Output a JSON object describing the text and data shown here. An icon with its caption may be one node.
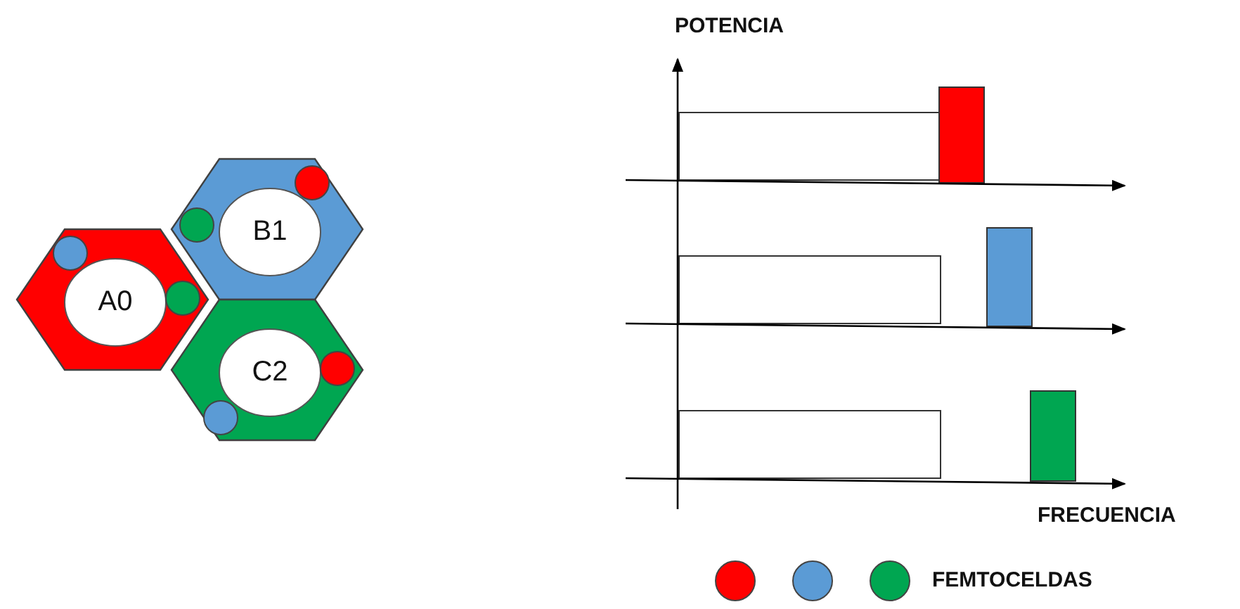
{
  "diagram": {
    "nodes": [
      {
        "text": [
          "A0"
        ]
      },
      {
        "text": [
          "B1"
        ]
      },
      {
        "text": [
          "C2"
        ]
      }
    ],
    "edges": [],
    "labels": [
      "POTENCIA",
      "FRECUENCIA"
    ],
    "legend": [
      {
        "text": "FEMTOCELDAS"
      }
    ]
  }
}
